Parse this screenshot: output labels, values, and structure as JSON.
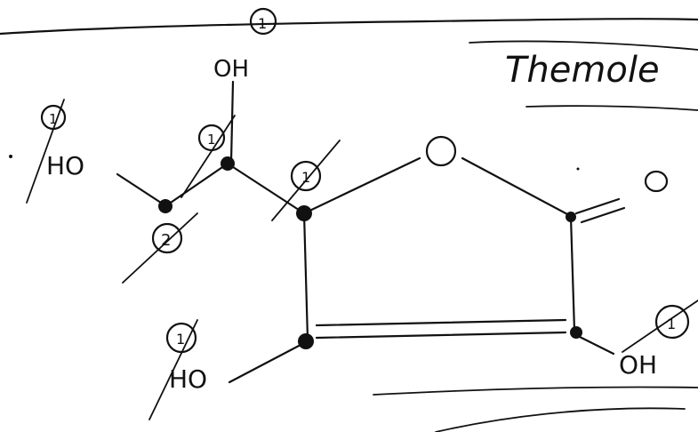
{
  "heading_text": "Themole",
  "atoms": {
    "top_oh": "OH",
    "left_ho": "HO",
    "ring_o": "O",
    "carbonyl_o": "O",
    "bottom_ho": "HO",
    "right_oh": "OH"
  },
  "annotations": {
    "top_oh_mark": "1",
    "left_ho_mark": "1",
    "c5_mark": "1",
    "c4_mark": "1",
    "c6_mark": "2",
    "bottom_ho_mark": "1",
    "right_oh_mark": "1"
  }
}
